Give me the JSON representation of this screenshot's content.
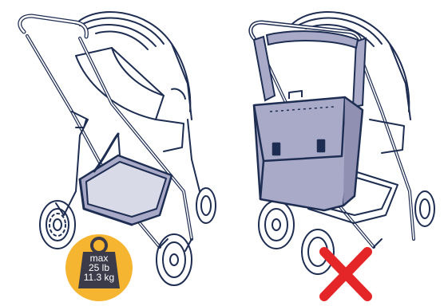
{
  "weight_badge": {
    "line1": "max",
    "line2": "25 lb",
    "line3": "11.3 kg"
  },
  "colors": {
    "outline": "#1e2d52",
    "basket_fill": "#a9aac8",
    "bag_fill": "#a9aac8",
    "badge": "#f5b530",
    "cross": "#e52628"
  }
}
